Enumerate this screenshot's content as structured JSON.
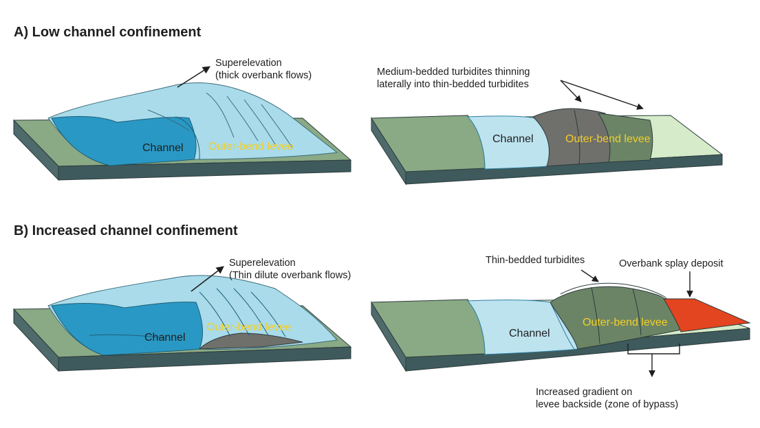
{
  "panel_a": {
    "title": "A) Low channel confinement",
    "left": {
      "annotation": [
        "Superelevation",
        "(thick overbank flows)"
      ],
      "channel_label": "Channel",
      "levee_label": "Outer-bend levee"
    },
    "right": {
      "annotation": [
        "Medium-bedded turbidites thinning",
        "laterally into thin-bedded turbidites"
      ],
      "channel_label": "Channel",
      "levee_label": "Outer-bend levee"
    }
  },
  "panel_b": {
    "title": "B) Increased channel confinement",
    "left": {
      "annotation": [
        "Superelevation",
        "(Thin dilute overbank flows)"
      ],
      "channel_label": "Channel",
      "levee_label": "Outer-bend levee"
    },
    "right": {
      "annotation_thin": "Thin-bedded turbidites",
      "annotation_splay": "Overbank splay deposit",
      "annotation_gradient": [
        "Increased gradient on",
        "levee backside (zone of bypass)"
      ],
      "channel_label": "Channel",
      "levee_label": "Outer-bend levee"
    }
  },
  "colors": {
    "base_slab": "#3f5a5c",
    "substrate_green": "#8aa985",
    "flow_blue": "#52b6dc",
    "flow_blue_light": "#a9dbea",
    "channel_fill_light": "#bde3ef",
    "levee_dark": "#6f6f6b",
    "levee_green": "#6c8466",
    "splay_red": "#e2451f",
    "levee_text": "#f2cf28"
  }
}
